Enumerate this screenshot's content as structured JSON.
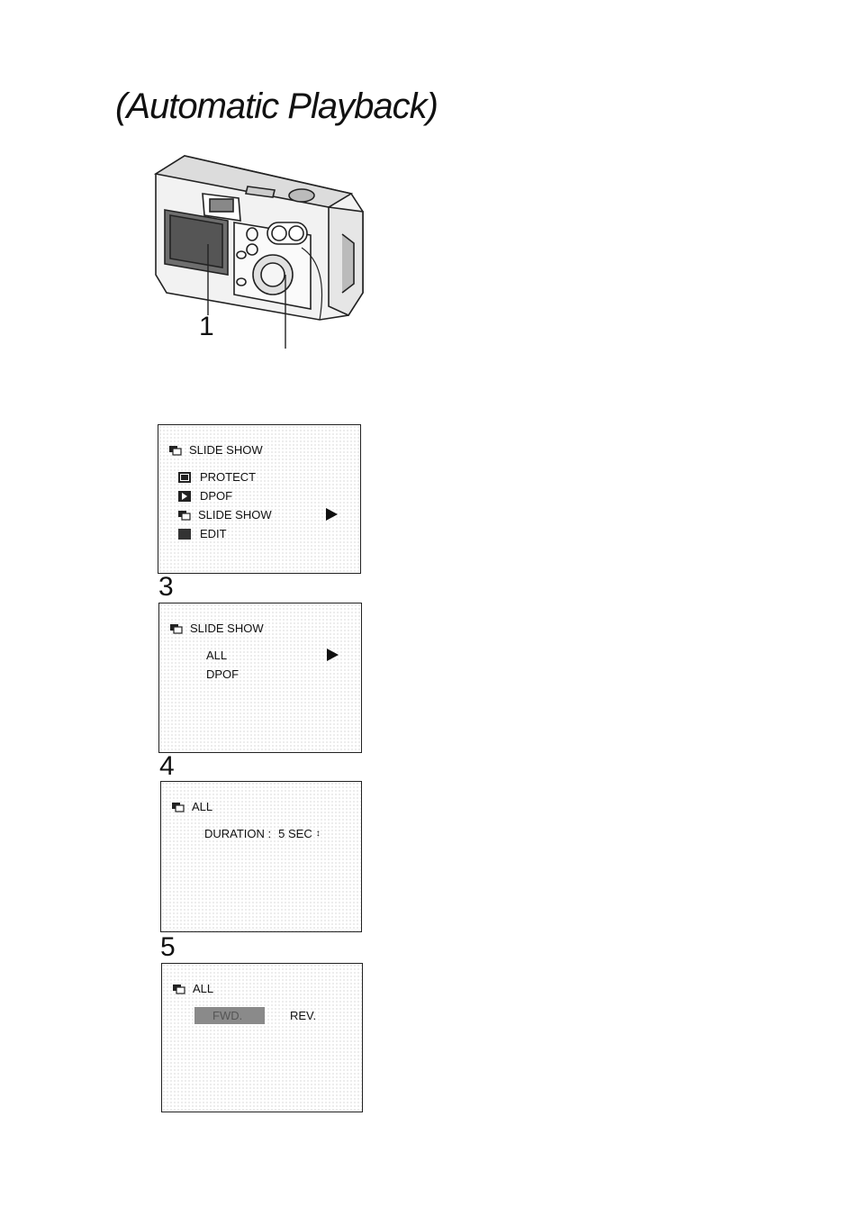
{
  "page": {
    "title": "(Automatic Playback)"
  },
  "camera_figure": {
    "callout_label": "1"
  },
  "screens": {
    "s1": {
      "title": "SLIDE SHOW",
      "items": [
        "PROTECT",
        "DPOF",
        "SLIDE SHOW",
        "EDIT"
      ]
    },
    "s2": {
      "step": "3",
      "title": "SLIDE SHOW",
      "items": [
        "ALL",
        "DPOF"
      ]
    },
    "s3": {
      "step": "4",
      "title": "ALL",
      "duration_label": "DURATION :",
      "duration_value": "5 SEC"
    },
    "s4": {
      "step": "5",
      "title": "ALL",
      "option_fwd": "FWD.",
      "option_rev": "REV."
    }
  },
  "icons": [
    "slideshow-icon",
    "protect-icon",
    "dpof-icon",
    "edit-icon",
    "right-arrow-icon",
    "up-down-icon"
  ]
}
